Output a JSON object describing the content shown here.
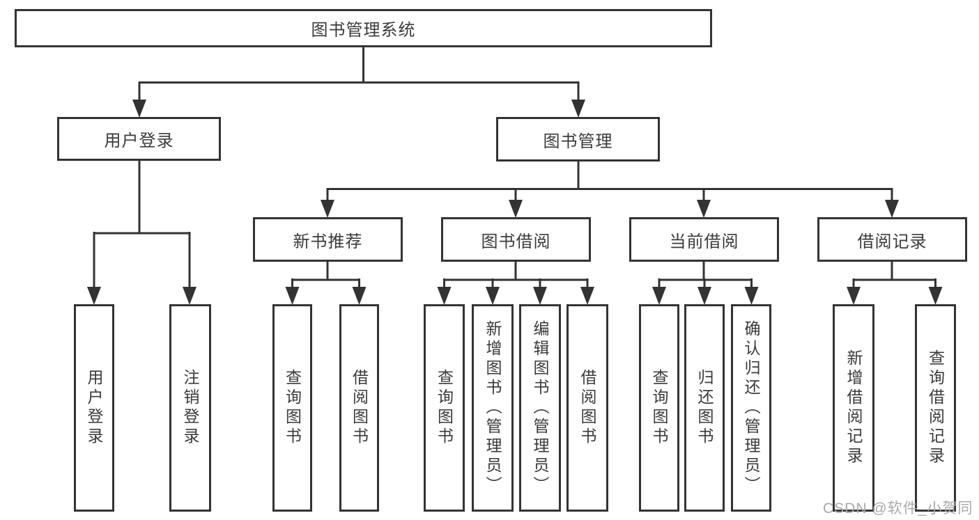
{
  "colors": {
    "line": "#333333",
    "text": "#3a3a3a",
    "box_background": "#ffffff",
    "watermark": "#a9a9a9",
    "background": "#ffffff"
  },
  "watermark": {
    "text": "CSDN @软件_小贺同学"
  },
  "diagram": {
    "type": "hierarchy-tree",
    "title": "图书管理系统",
    "nodes": [
      {
        "id": "system",
        "label": "图书管理系统",
        "level": 1,
        "parent": null
      },
      {
        "id": "user-login",
        "label": "用户登录",
        "level": 2,
        "parent": "system"
      },
      {
        "id": "book-management",
        "label": "图书管理",
        "level": 2,
        "parent": "system"
      },
      {
        "id": "new-book-recommendation",
        "label": "新书推荐",
        "level": 3,
        "parent": "book-management"
      },
      {
        "id": "book-borrowing",
        "label": "图书借阅",
        "level": 3,
        "parent": "book-management"
      },
      {
        "id": "current-borrowing",
        "label": "当前借阅",
        "level": 3,
        "parent": "book-management"
      },
      {
        "id": "borrowing-records",
        "label": "借阅记录",
        "level": 3,
        "parent": "book-management"
      },
      {
        "id": "leaf-user-login",
        "label": "用户登录",
        "level": 4,
        "parent": "user-login",
        "orientation": "vertical"
      },
      {
        "id": "leaf-logout",
        "label": "注销登录",
        "level": 4,
        "parent": "user-login",
        "orientation": "vertical"
      },
      {
        "id": "leaf-query-books-rec",
        "label": "查询图书",
        "level": 4,
        "parent": "new-book-recommendation",
        "orientation": "vertical"
      },
      {
        "id": "leaf-borrow-books-rec",
        "label": "借阅图书",
        "level": 4,
        "parent": "new-book-recommendation",
        "orientation": "vertical"
      },
      {
        "id": "leaf-query-books-borrow",
        "label": "查询图书",
        "level": 4,
        "parent": "book-borrowing",
        "orientation": "vertical"
      },
      {
        "id": "leaf-add-books-admin",
        "label": "新增图书（管理员）",
        "level": 4,
        "parent": "book-borrowing",
        "orientation": "vertical"
      },
      {
        "id": "leaf-edit-books-admin",
        "label": "编辑图书（管理员）",
        "level": 4,
        "parent": "book-borrowing",
        "orientation": "vertical"
      },
      {
        "id": "leaf-borrow-books-borrow",
        "label": "借阅图书",
        "level": 4,
        "parent": "book-borrowing",
        "orientation": "vertical"
      },
      {
        "id": "leaf-query-books-current",
        "label": "查询图书",
        "level": 4,
        "parent": "current-borrowing",
        "orientation": "vertical"
      },
      {
        "id": "leaf-return-books",
        "label": "归还图书",
        "level": 4,
        "parent": "current-borrowing",
        "orientation": "vertical"
      },
      {
        "id": "leaf-confirm-return-admin",
        "label": "确认归还（管理员）",
        "level": 4,
        "parent": "current-borrowing",
        "orientation": "vertical"
      },
      {
        "id": "leaf-add-borrow-record",
        "label": "新增借阅记录",
        "level": 4,
        "parent": "borrowing-records",
        "orientation": "vertical"
      },
      {
        "id": "leaf-query-borrow-record",
        "label": "查询借阅记录",
        "level": 4,
        "parent": "borrowing-records",
        "orientation": "vertical"
      }
    ]
  }
}
